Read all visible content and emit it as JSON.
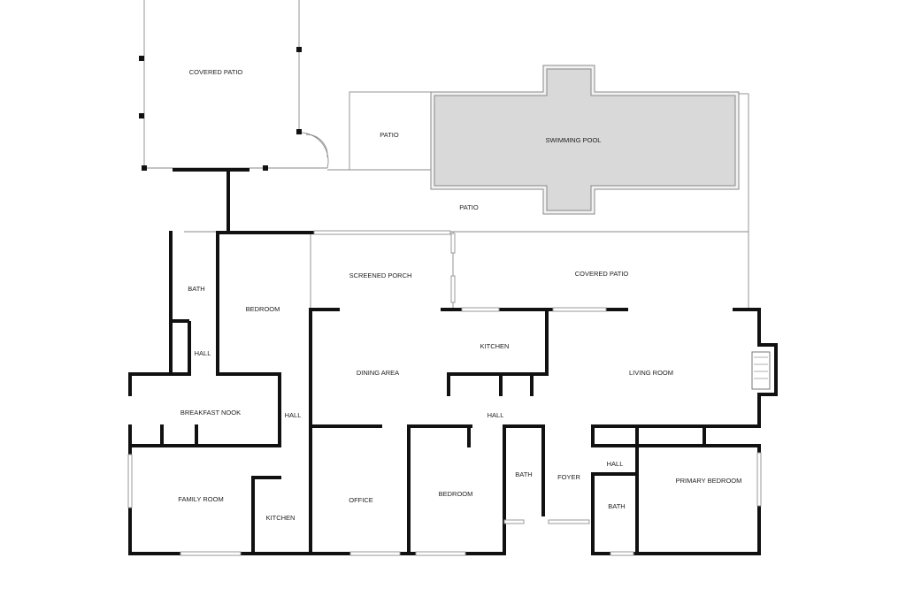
{
  "colors": {
    "background": "#ffffff",
    "wall": "#111111",
    "thin_line": "#8a8a8a",
    "pool_fill": "#d9d9d9",
    "label": "#222222"
  },
  "rooms": {
    "covered_patio_top": "COVERED PATIO",
    "patio_small": "PATIO",
    "swimming_pool": "SWIMMING POOL",
    "patio_main": "PATIO",
    "bath_left": "BATH",
    "bedroom_left": "BEDROOM",
    "screened_porch": "SCREENED PORCH",
    "covered_patio_right": "COVERED PATIO",
    "hall_left": "HALL",
    "kitchen_center": "KITCHEN",
    "dining_area": "DINING AREA",
    "living_room": "LIVING ROOM",
    "breakfast_nook": "BREAKFAST NOOK",
    "hall_mid": "HALL",
    "hall_center": "HALL",
    "hall_right": "HALL",
    "bath_center": "BATH",
    "foyer": "FOYER",
    "primary_bedroom": "PRIMARY BEDROOM",
    "family_room": "FAMILY ROOM",
    "kitchen_left": "KITCHEN",
    "office": "OFFICE",
    "bedroom_center": "BEDROOM",
    "bath_right": "BATH"
  }
}
